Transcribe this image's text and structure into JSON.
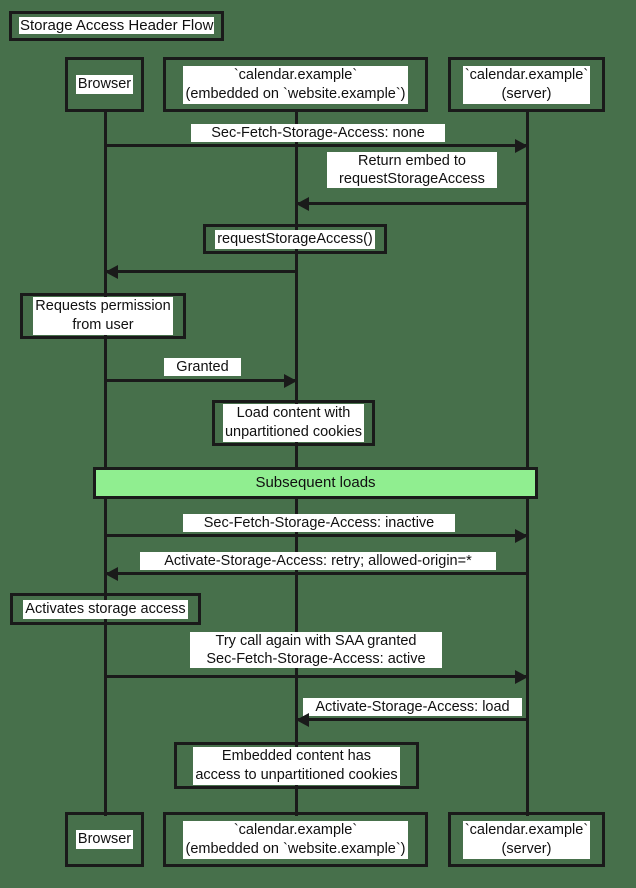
{
  "diagram": {
    "title": "Storage Access Header Flow",
    "type": "sequence-diagram",
    "background_color": "#47704b",
    "line_color": "#1a1a1a",
    "label_background": "#ffffff",
    "accent_color": "#90ee90"
  },
  "participants": [
    {
      "id": "browser",
      "label": "Browser"
    },
    {
      "id": "embed",
      "label": "`calendar.example`\n(embedded on `website.example`)"
    },
    {
      "id": "server",
      "label": "`calendar.example`\n(server)"
    }
  ],
  "messages": [
    {
      "id": "m1",
      "from": "browser",
      "to": "server",
      "direction": "right",
      "label": "Sec-Fetch-Storage-Access: none"
    },
    {
      "id": "m2",
      "from": "server",
      "to": "embed",
      "direction": "left",
      "label": "Return embed to\nrequestStorageAccess"
    },
    {
      "id": "m3",
      "from": "embed",
      "to": "browser",
      "direction": "left",
      "label": ""
    },
    {
      "id": "m4",
      "from": "browser",
      "to": "embed",
      "direction": "right",
      "label": "Granted"
    },
    {
      "id": "m5",
      "from": "browser",
      "to": "server",
      "direction": "right",
      "label": "Sec-Fetch-Storage-Access: inactive"
    },
    {
      "id": "m6",
      "from": "server",
      "to": "browser",
      "direction": "left",
      "label": "Activate-Storage-Access: retry; allowed-origin=*"
    },
    {
      "id": "m7",
      "from": "browser",
      "to": "server",
      "direction": "right",
      "label": "Try call again with SAA granted\nSec-Fetch-Storage-Access: active"
    },
    {
      "id": "m8",
      "from": "server",
      "to": "embed",
      "direction": "left",
      "label": "Activate-Storage-Access: load"
    }
  ],
  "notes": [
    {
      "id": "n1",
      "over": "embed",
      "text": "requestStorageAccess()"
    },
    {
      "id": "n2",
      "over": "browser",
      "text": "Requests permission\nfrom user"
    },
    {
      "id": "n3",
      "over": "embed",
      "text": "Load content with\nunpartitioned cookies"
    },
    {
      "id": "n4",
      "over": "browser",
      "text": "Activates storage access"
    },
    {
      "id": "n5",
      "over": "embed",
      "text": "Embedded content has\naccess to unpartitioned cookies"
    }
  ],
  "dividers": [
    {
      "id": "d1",
      "label": "Subsequent loads",
      "color": "#90ee90"
    }
  ]
}
